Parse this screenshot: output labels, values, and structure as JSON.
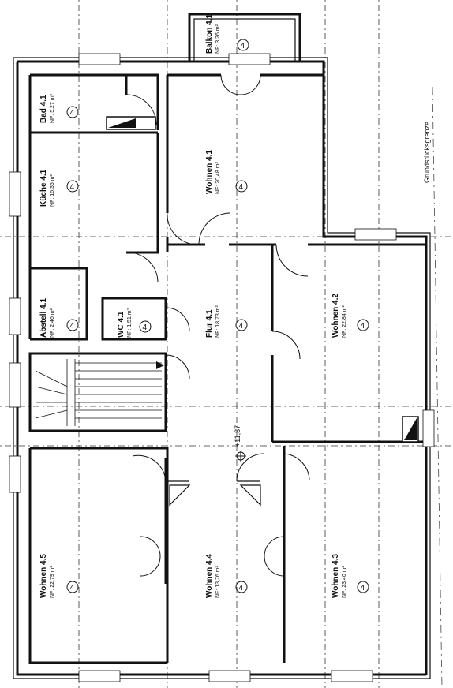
{
  "rooms": [
    {
      "name": "Bad 4.1",
      "area": "NF:  5,27 m²",
      "unit": "4"
    },
    {
      "name": "Küche 4.1",
      "area": "NF:  16,35 m²",
      "unit": "4"
    },
    {
      "name": "Abstell 4.1",
      "area": "NF:   2,46 m²",
      "unit": "4"
    },
    {
      "name": "WC 4.1",
      "area": "NF: 1,51 m²",
      "unit": "4"
    },
    {
      "name": "Balkon 4.1",
      "area": "NF:   3,26 m²",
      "unit": "4"
    },
    {
      "name": "Wohnen 4.1",
      "area": "NF:  20,48 m²",
      "unit": "4"
    },
    {
      "name": "Flur 4.1",
      "area": "NF:  18,73 m²",
      "unit": "4"
    },
    {
      "name": "Wohnen 4.2",
      "area": "NF:  22,84 m²",
      "unit": "4"
    },
    {
      "name": "Wohnen 4.5",
      "area": "NF:  22,79 m²",
      "unit": "4"
    },
    {
      "name": "Wohnen 4.4",
      "area": "NF:  13,76 m²",
      "unit": "4"
    },
    {
      "name": "Wohnen 4.3",
      "area": "NF:  23,40 m²",
      "unit": "4"
    }
  ],
  "labels": {
    "boundary": "Grundstücksgrenze",
    "elevation": "+11,87"
  }
}
